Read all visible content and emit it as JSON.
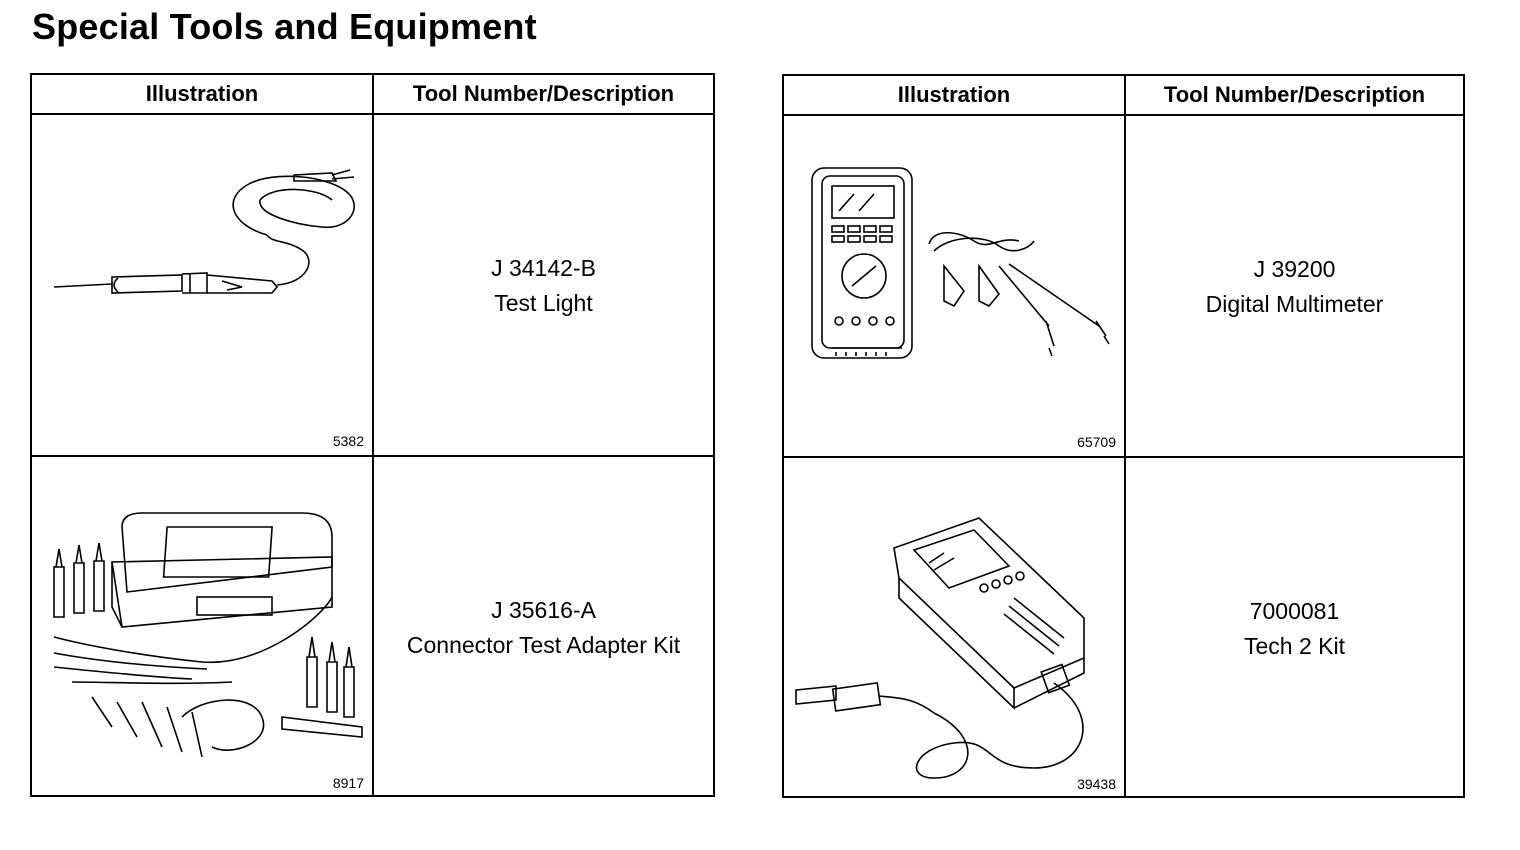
{
  "page": {
    "title": "Special Tools and Equipment"
  },
  "tables": [
    {
      "headers": {
        "illustration": "Illustration",
        "description": "Tool Number/Description"
      },
      "rows": [
        {
          "figure": "5382",
          "tool_number": "J 34142-B",
          "description": "Test Light",
          "icon": "test-light-illustration"
        },
        {
          "figure": "8917",
          "tool_number": "J 35616-A",
          "description": "Connector Test Adapter Kit",
          "icon": "adapter-kit-illustration"
        }
      ]
    },
    {
      "headers": {
        "illustration": "Illustration",
        "description": "Tool Number/Description"
      },
      "rows": [
        {
          "figure": "65709",
          "tool_number": "J 39200",
          "description": "Digital Multimeter",
          "icon": "multimeter-illustration"
        },
        {
          "figure": "39438",
          "tool_number": "7000081",
          "description": "Tech 2 Kit",
          "icon": "tech2-illustration"
        }
      ]
    }
  ]
}
